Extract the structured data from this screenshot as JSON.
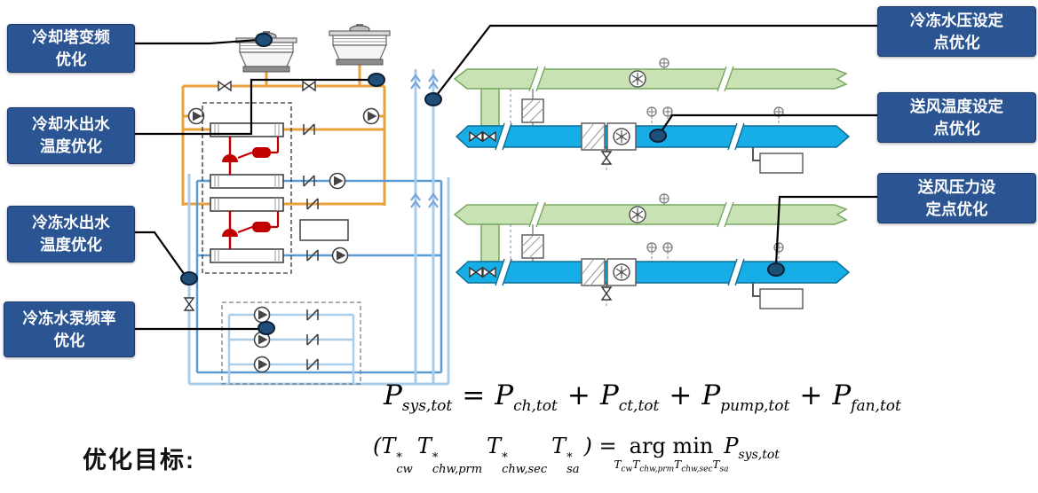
{
  "callouts": [
    {
      "id": "cooling-tower-vfd",
      "label_lines": [
        "冷却塔变频",
        "优化"
      ]
    },
    {
      "id": "condenser-water-outlet-temp",
      "label_lines": [
        "冷却水出水",
        "温度优化"
      ]
    },
    {
      "id": "chilled-water-outlet-temp",
      "label_lines": [
        "冷冻水出水",
        "温度优化"
      ]
    },
    {
      "id": "chilled-water-pump-frequency",
      "label_lines": [
        "冷冻水泵频率",
        "优化"
      ]
    },
    {
      "id": "chilled-water-pressure-setpoint",
      "label_lines": [
        "冷冻水压设定",
        "点优化"
      ]
    },
    {
      "id": "supply-air-temp-setpoint",
      "label_lines": [
        "送风温度设定",
        "点优化"
      ]
    },
    {
      "id": "supply-air-pressure-setpoint",
      "label_lines": [
        "送风压力设",
        "定点优化"
      ]
    }
  ],
  "objective_label": "优化目标:",
  "formulas": {
    "power_balance": {
      "t1": {
        "op": "",
        "base": "P",
        "sub": "sys,tot"
      },
      "t2": {
        "op": "=",
        "base": "P",
        "sub": "ch,tot"
      },
      "t3": {
        "op": "+",
        "base": "P",
        "sub": "ct,tot"
      },
      "t4": {
        "op": "+",
        "base": "P",
        "sub": "pump,tot"
      },
      "t5": {
        "op": "+",
        "base": "P",
        "sub": "fan,tot"
      }
    },
    "argmin": {
      "open": "(",
      "v1": {
        "base": "T",
        "sup": "*",
        "sub": "cw"
      },
      "v2": {
        "base": "T",
        "sup": "*",
        "sub": "chw,prm"
      },
      "v3": {
        "base": "T",
        "sup": "*",
        "sub": "chw,sec"
      },
      "v4": {
        "base": "T",
        "sup": "*",
        "sub": "sa"
      },
      "close": ") =",
      "operator": "arg min",
      "u1": {
        "base": "T",
        "sub": "cw"
      },
      "u2": {
        "base": "T",
        "sub": "chw,prm"
      },
      "u3": {
        "base": "T",
        "sub": "chw,sec"
      },
      "u4": {
        "base": "T",
        "sub": "sa"
      },
      "result": {
        "base": "P",
        "sub": "sys,tot"
      }
    }
  },
  "colors": {
    "callout_bg": "#2B5492",
    "callout_text": "#FFFFFF",
    "marker_fill": "#1F4E79",
    "condenser_loop_orange": "#E8A13C",
    "chilled_primary_blue": "#5B9BD5",
    "chilled_secondary_blue": "#A9CCE9",
    "return_duct_green": "#C8E2B4",
    "supply_duct_cyan": "#17AEE8",
    "compressor_red": "#C00000"
  }
}
